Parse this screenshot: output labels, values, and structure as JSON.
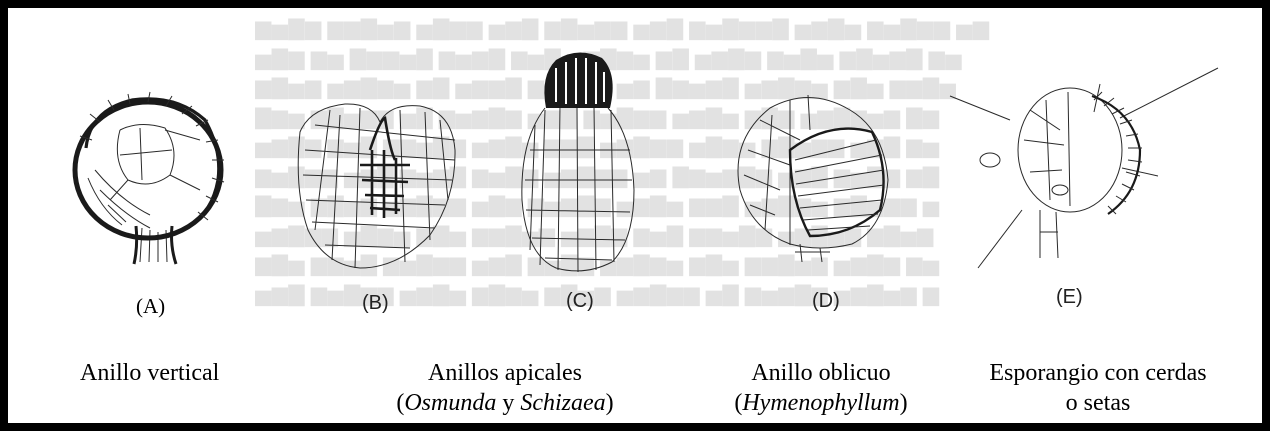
{
  "labels": {
    "a": "(A)",
    "b": "(B)",
    "c": "(C)",
    "d": "(D)",
    "e": "(E)"
  },
  "captions": {
    "a": "Anillo vertical",
    "bc_line1": "Anillos apicales",
    "bc_line2_open": "(",
    "bc_genus1": "Osmunda",
    "bc_and": " y ",
    "bc_genus2": "Schizaea",
    "bc_line2_close": ")",
    "d_line1": "Anillo oblicuo",
    "d_line2_open": "(",
    "d_genus": "Hymenophyllum",
    "d_line2_close": ")",
    "e_line1": "Esporangio con cerdas",
    "e_line2": "o setas"
  },
  "colors": {
    "ink": "#1a1a1a",
    "ghost_text": "#cccccc"
  }
}
